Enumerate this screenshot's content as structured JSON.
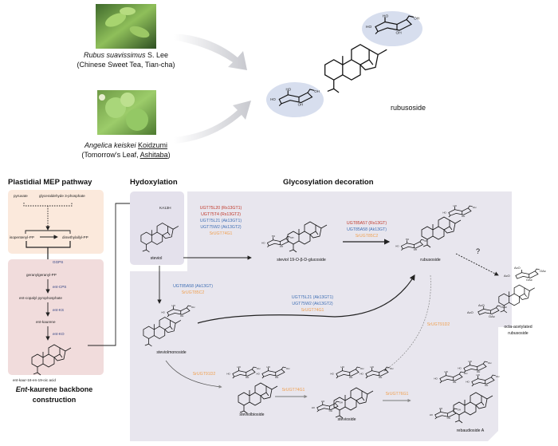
{
  "sources": [
    {
      "species": "Rubus suavissimus",
      "authority": "S. Lee",
      "common": "(Chinese Sweet Tea, Tian-cha)"
    },
    {
      "species": "Angelica keiskei",
      "authority": "Koidzumi",
      "common_pre": "(Tomorrow's Leaf, ",
      "common_mark": "Ashitaba",
      "common_post": ")"
    }
  ],
  "top_product": "rubusoside",
  "sections": {
    "mep": "Plastidial MEP pathway",
    "hydroxylation": "Hydoxylation",
    "glycosylation": "Glycosylation decoration",
    "backbone_italic": "Ent",
    "backbone_rest": "-kaurene backbone",
    "backbone_line2": "construction"
  },
  "mep": {
    "pyruvate": "pyruvate",
    "g3p": "glyceraldehyde 3-phosphate",
    "ipp": "isopentenyl-PP",
    "dmapp": "dimethylallyl-PP",
    "ggps": "GGPS",
    "ggpp": "geranylgeranyl-PP",
    "cps": "ent-CPS",
    "cpp": "ent-copalyl pyrophosphate",
    "ks": "ent-KS",
    "kaurene": "ent-kaurene",
    "ko": "ent-KO",
    "acid": "ent-kaur-16-en-19-oic acid"
  },
  "hydroxylation": {
    "enzyme": "KA13H",
    "product": "steviol"
  },
  "glycosylation": {
    "step1_enzymes": [
      {
        "name": "UGT75L20 (Rs13GT1)",
        "color": "#c0392b"
      },
      {
        "name": "UGT75T4 (Rs13GT2)",
        "color": "#c0392b"
      },
      {
        "name": "UGT75L21 (Ak13GT1)",
        "color": "#3f6fb5"
      },
      {
        "name": "UGT75W2 (Ak13GT2)",
        "color": "#3f6fb5"
      },
      {
        "name": "SrUGT74G1",
        "color": "#f0a050"
      }
    ],
    "glucoside": "steviol 19-O-β-D-glucoside",
    "step2_enzymes": [
      {
        "name": "UGT85A57 (Rs13GT)",
        "color": "#c0392b"
      },
      {
        "name": "UGT85A58 (Ak13GT)",
        "color": "#3f6fb5"
      },
      {
        "name": "SrUGT85C2",
        "color": "#f0a050"
      }
    ],
    "rubusoside": "rubusoside",
    "question": "?",
    "octa_line1": "octa-acetylated",
    "octa_line2": "rubusoside",
    "mono_enzymes": [
      {
        "name": "UGT85A58 (Ak13GT)",
        "color": "#3f6fb5"
      },
      {
        "name": "SrUGT85C2",
        "color": "#f0a050"
      }
    ],
    "steviolmonoside": "steviolmonoside",
    "mono_to_rub_enzymes": [
      {
        "name": "UGT75L21 (Ak13GT1)",
        "color": "#3f6fb5"
      },
      {
        "name": "UGT75W2 (Ak13GT2)",
        "color": "#3f6fb5"
      },
      {
        "name": "SrUGT74G1",
        "color": "#f0a050"
      }
    ],
    "rub_to_stevioside": "SrUGT91D2",
    "mono_to_bio": "SrUGT91D2",
    "steviolbioside": "steviolbioside",
    "bio_to_stev": "SrUGT74G1",
    "stevioside": "stevioside",
    "stev_to_reb": "SrUGT76G1",
    "rebaudioside": "rebaudioside A"
  },
  "chem_labels": {
    "ho": "HO",
    "oh": "OH",
    "aco": "AcO",
    "oac": "OAc",
    "o": "O"
  },
  "colors": {
    "mep_bg": "#fbe9dc",
    "backbone_bg": "#f1dcdc",
    "glyco_bg": "#e8e6ee",
    "sugar_highlight": "#d7deee"
  }
}
